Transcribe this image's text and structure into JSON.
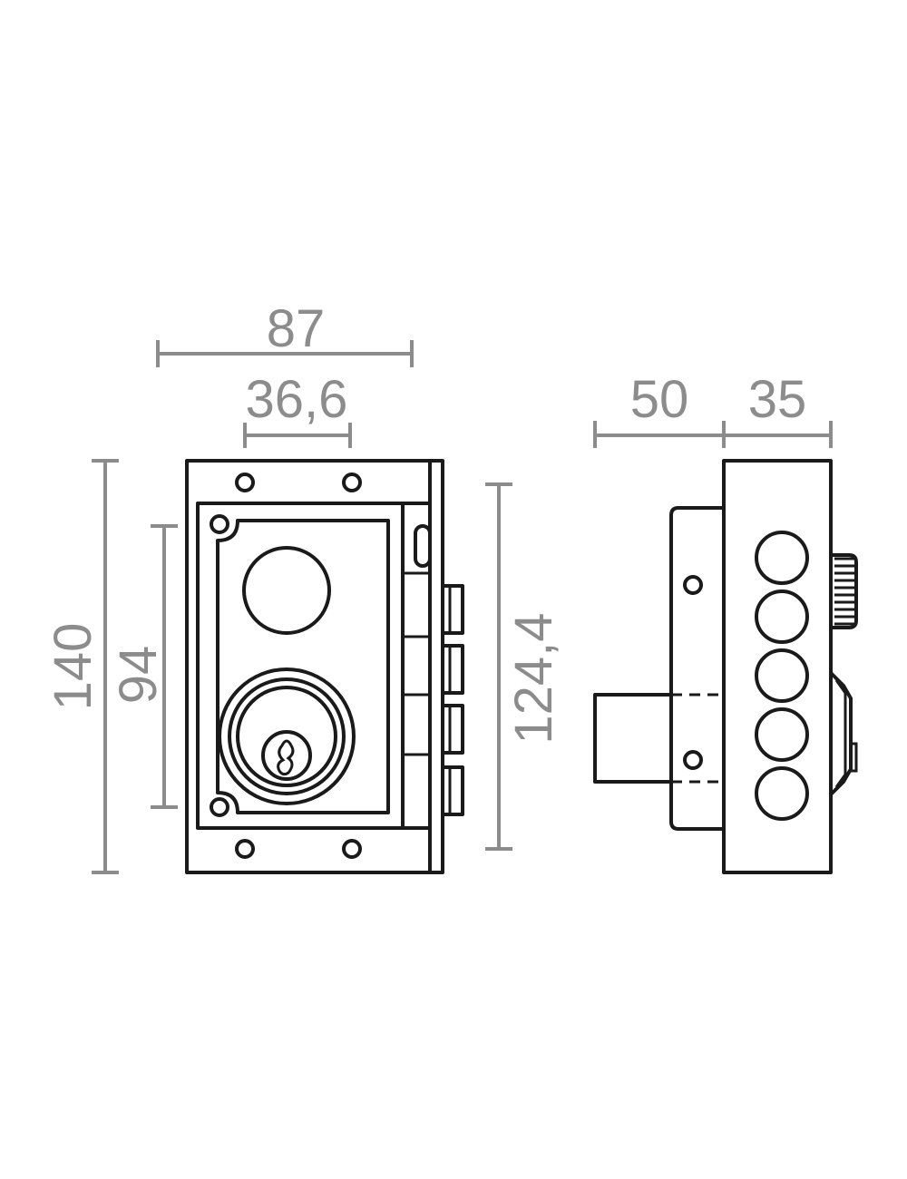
{
  "dimensions": {
    "width_total": "87",
    "cylinder_spacing": "36,6",
    "height_total": "140",
    "inner_height": "94",
    "bolt_height": "124,4",
    "depth_case": "50",
    "depth_knob": "35"
  },
  "colors": {
    "dimension": "#8c8c8c",
    "outline": "#1a1a1a",
    "background": "#ffffff"
  }
}
